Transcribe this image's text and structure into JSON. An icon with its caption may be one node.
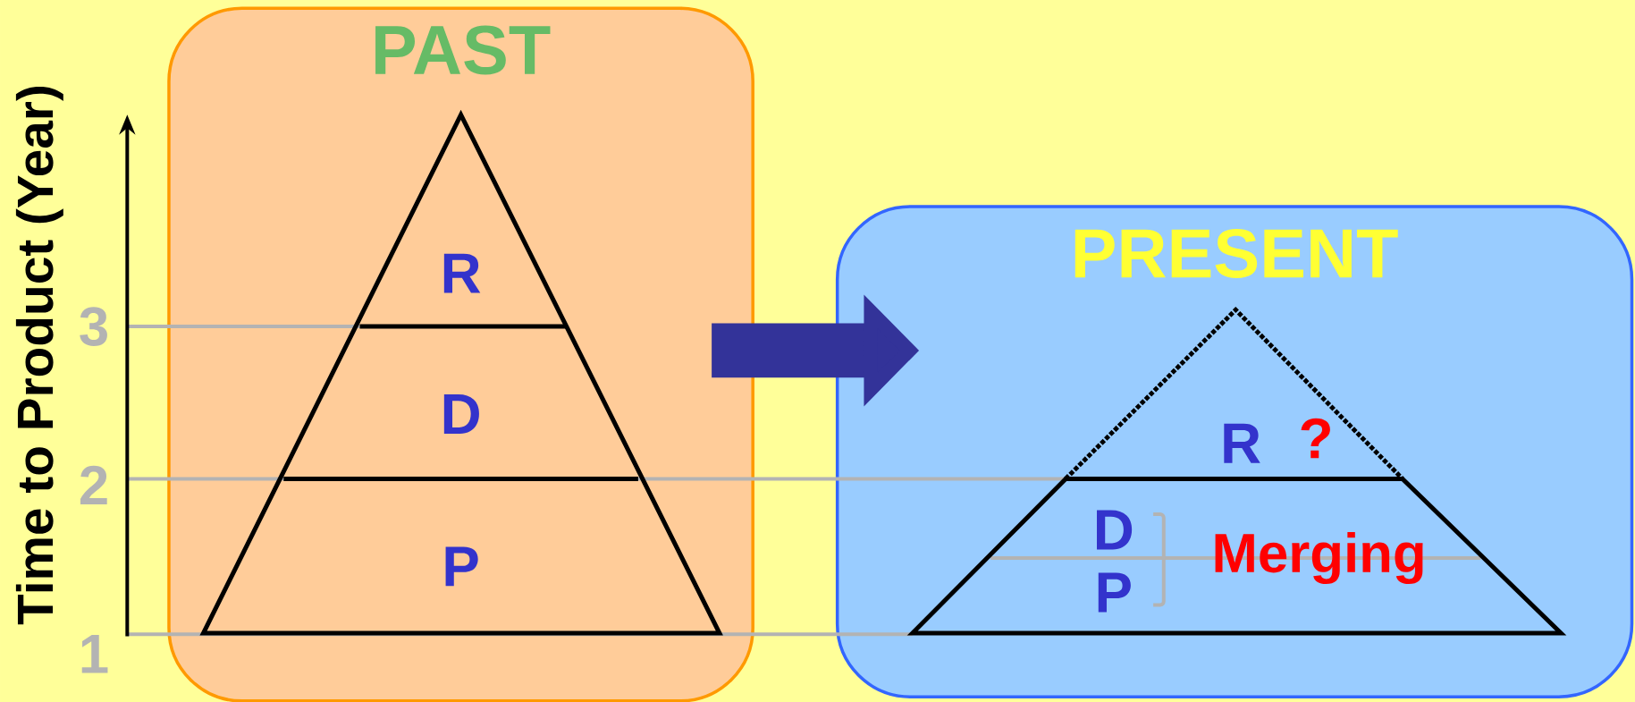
{
  "diagram": {
    "nodes": [
      {
        "text": [
          "PAST"
        ]
      },
      {
        "text": [
          "PRESENT"
        ]
      }
    ],
    "edges": [
      {
        "from": 0,
        "to": 1,
        "arrow": "to"
      }
    ],
    "labels": [
      "Time to Product (Year)",
      "3",
      "2",
      "1",
      "R",
      "D",
      "P",
      "R",
      "?",
      "D",
      "P",
      "Merging"
    ]
  }
}
